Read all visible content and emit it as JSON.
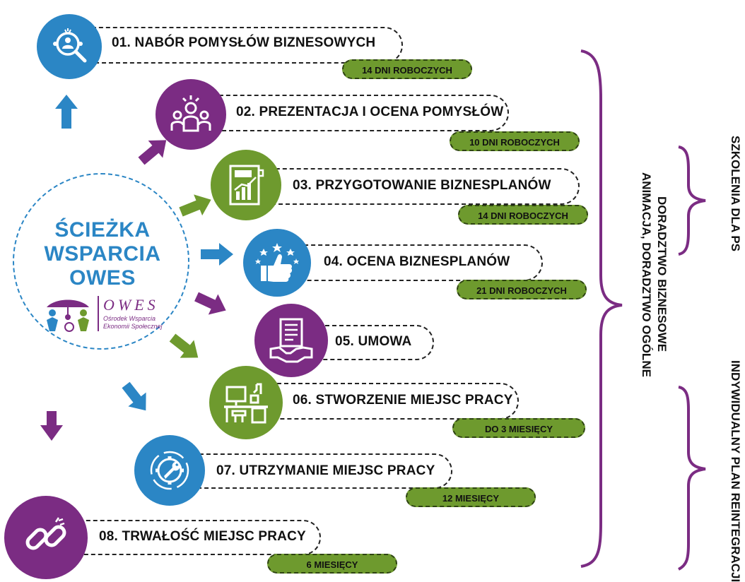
{
  "center": {
    "title_line1": "ŚCIEŻKA",
    "title_line2": "WSPARCIA",
    "title_line3": "OWES",
    "logo_text": "OWES",
    "logo_subtitle_line1": "Ośrodek Wsparcia",
    "logo_subtitle_line2": "Ekonomii Społecznej"
  },
  "steps": [
    {
      "label": "01. NABÓR POMYSŁÓW BIZNESOWYCH",
      "duration": "14 DNI ROBOCZYCH",
      "color": "#2b86c5",
      "icon": "search-people-icon"
    },
    {
      "label": "02. PREZENTACJA I OCENA POMYSŁÓW",
      "duration": "10 DNI ROBOCZYCH",
      "color": "#7b2c83",
      "icon": "presentation-group-icon"
    },
    {
      "label": "03. PRZYGOTOWANIE BIZNESPLANÓW",
      "duration": "14 DNI ROBOCZYCH",
      "color": "#6e9a2e",
      "icon": "plan-chart-icon"
    },
    {
      "label": "04. OCENA BIZNESPLANÓW",
      "duration": "21 DNI ROBOCZYCH",
      "color": "#2b86c5",
      "icon": "thumbs-up-stars-icon"
    },
    {
      "label": "05. UMOWA",
      "duration": "",
      "color": "#7b2c83",
      "icon": "contract-handshake-icon"
    },
    {
      "label": "06. STWORZENIE MIEJSC PRACY",
      "duration": "DO 3 MIESIĘCY",
      "color": "#6e9a2e",
      "icon": "workplace-desk-icon"
    },
    {
      "label": "07. UTRZYMANIE MIEJSC PRACY",
      "duration": "12 MIESIĘCY",
      "color": "#2b86c5",
      "icon": "gear-wrench-icon"
    },
    {
      "label": "08. TRWAŁOŚĆ MIEJSC PRACY",
      "duration": "6 MIESIĘCY",
      "color": "#7b2c83",
      "icon": "chain-link-icon"
    }
  ],
  "side_labels": {
    "brace1_line1": "DORADZTWO  BIZNESOWE",
    "brace1_line2": "ANIMACJA, DORADZTWO OGÓLNE",
    "brace2": "SZKOLENIA DLA PS",
    "brace3": "INDYWIDUALNY PLAN REINTEGRACJI"
  },
  "colors": {
    "blue": "#2b86c5",
    "purple": "#7b2c83",
    "green": "#6e9a2e",
    "badge_border": "#2e4412"
  }
}
